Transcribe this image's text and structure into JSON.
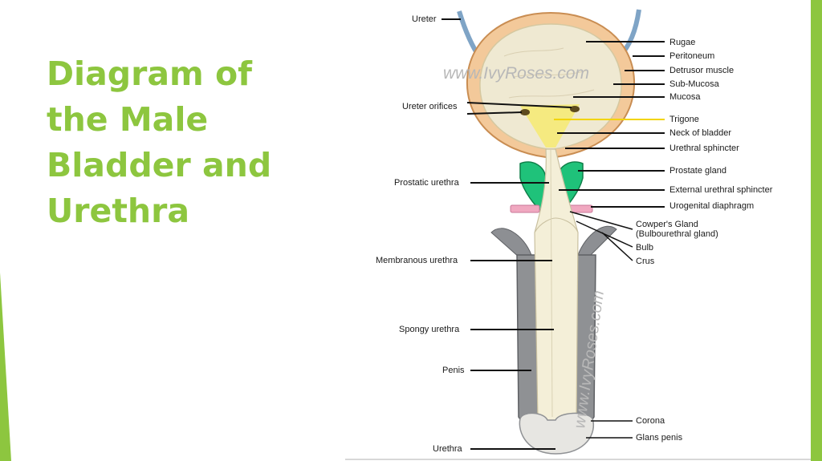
{
  "slide": {
    "title": "Diagram of\nthe Male\nBladder and\nUrethra",
    "accent_color": "#8dc63f"
  },
  "figure": {
    "watermark": "www.IvyRoses.com",
    "labels_left": {
      "ureter": "Ureter",
      "ureter_orifices": "Ureter orifices",
      "prostatic_urethra": "Prostatic urethra",
      "membranous_urethra": "Membranous urethra",
      "spongy_urethra": "Spongy urethra",
      "penis": "Penis",
      "urethra": "Urethra"
    },
    "labels_right": {
      "rugae": "Rugae",
      "peritoneum": "Peritoneum",
      "detrusor_muscle": "Detrusor muscle",
      "sub_mucosa": "Sub-Mucosa",
      "mucosa": "Mucosa",
      "trigone": "Trigone",
      "neck_of_bladder": "Neck of bladder",
      "urethral_sphincter": "Urethral sphincter",
      "prostate_gland": "Prostate gland",
      "external_urethral_sphincter": "External urethral sphincter",
      "urogenital_diaphragm": "Urogenital diaphragm",
      "cowpers_gland": "Cowper's Gland",
      "bulbourethral_gland": "(Bulbourethral gland)",
      "bulb": "Bulb",
      "crus": "Crus",
      "corona": "Corona",
      "glans_penis": "Glans penis"
    }
  }
}
